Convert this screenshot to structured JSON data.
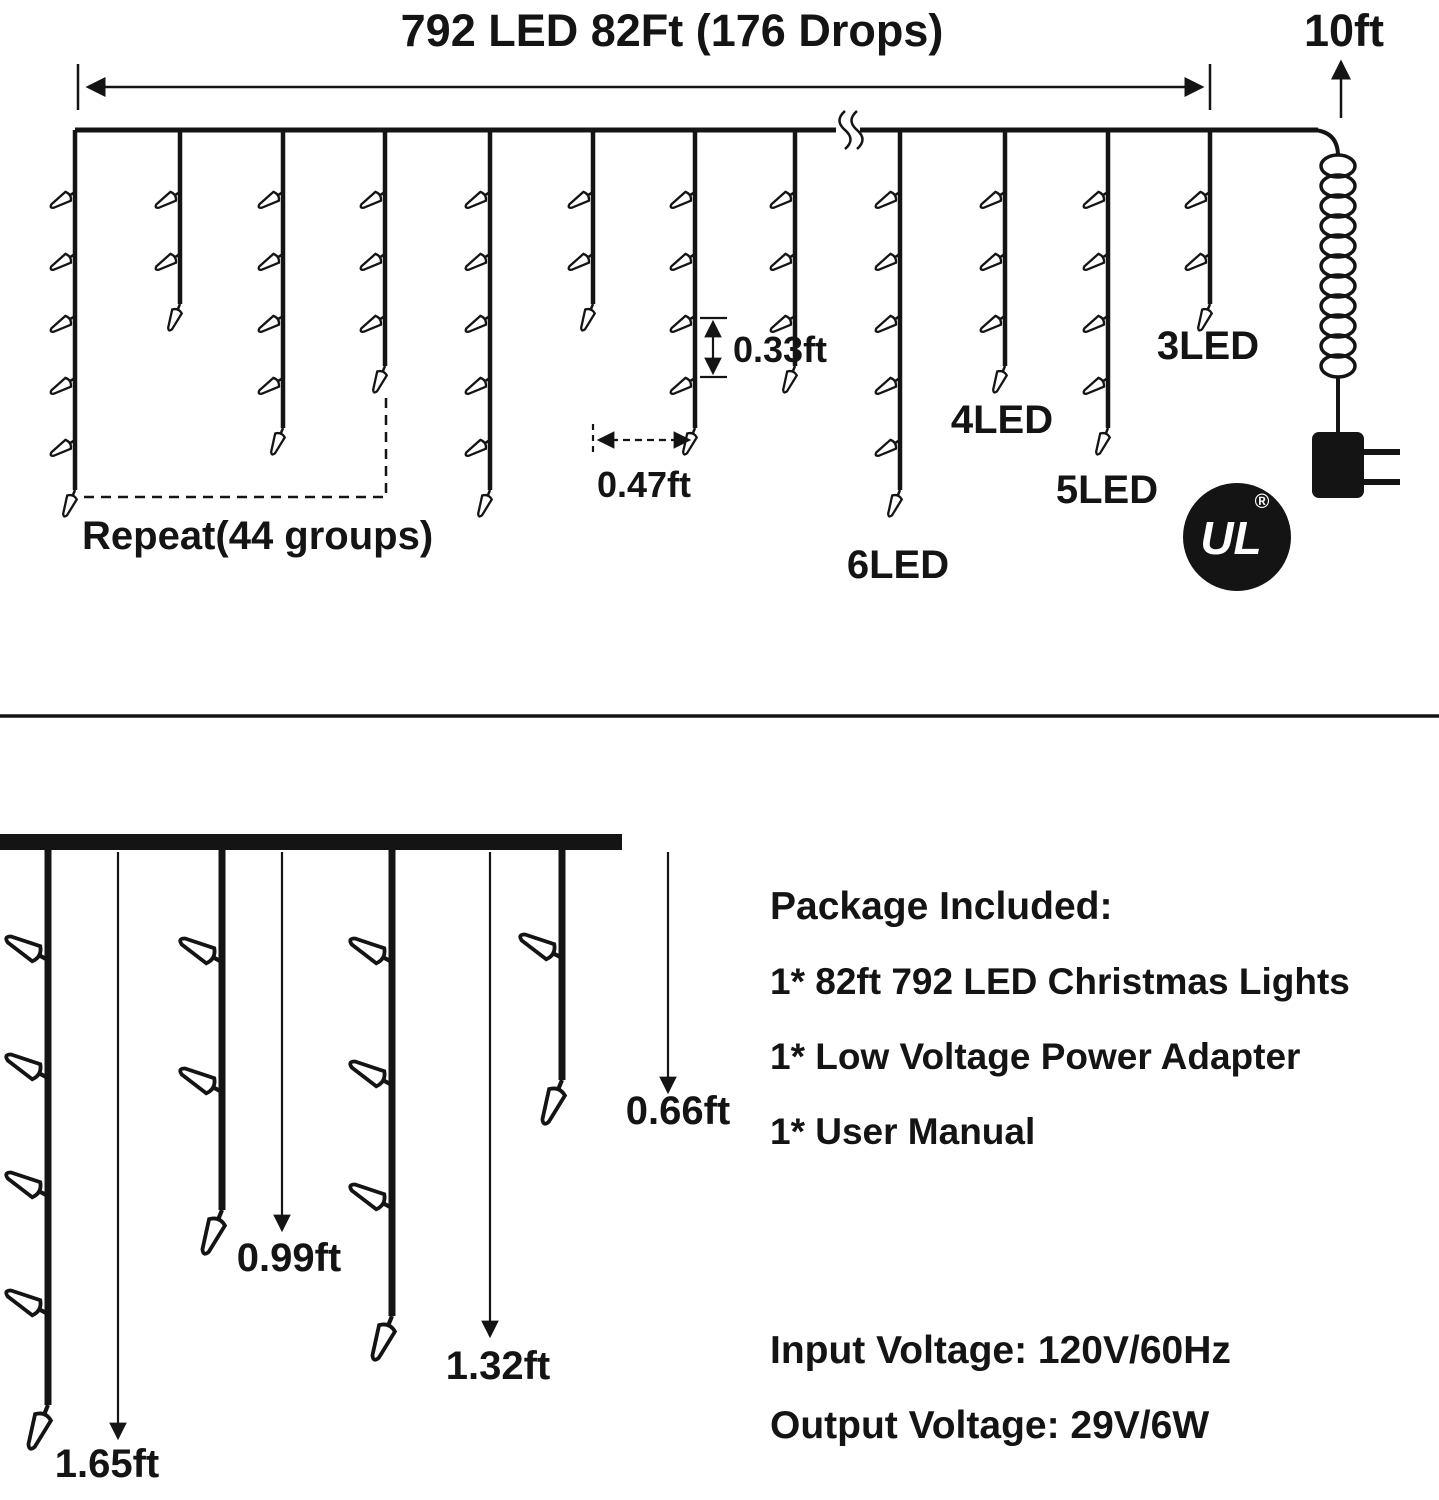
{
  "top": {
    "title": "792 LED 82Ft (176 Drops)",
    "lead_length": "10ft",
    "repeat_label": "Repeat(44 groups)",
    "dim_led_spacing": "0.33ft",
    "dim_drop_spacing": "0.47ft",
    "label_3led": "3LED",
    "label_4led": "4LED",
    "label_5led": "5LED",
    "label_6led": "6LED",
    "ul_mark": "UL",
    "ul_registered": "®"
  },
  "bottom": {
    "len_066": "0.66ft",
    "len_099": "0.99ft",
    "len_132": "1.32ft",
    "len_165": "1.65ft"
  },
  "package": {
    "title": "Package Included:",
    "items": [
      "1* 82ft 792 LED Christmas Lights",
      "1* Low Voltage Power Adapter",
      "1* User Manual"
    ]
  },
  "specs": {
    "input": "Input Voltage: 120V/60Hz",
    "output": "Output Voltage: 29V/6W"
  },
  "colors": {
    "ink": "#141414",
    "background": "#ffffff"
  }
}
